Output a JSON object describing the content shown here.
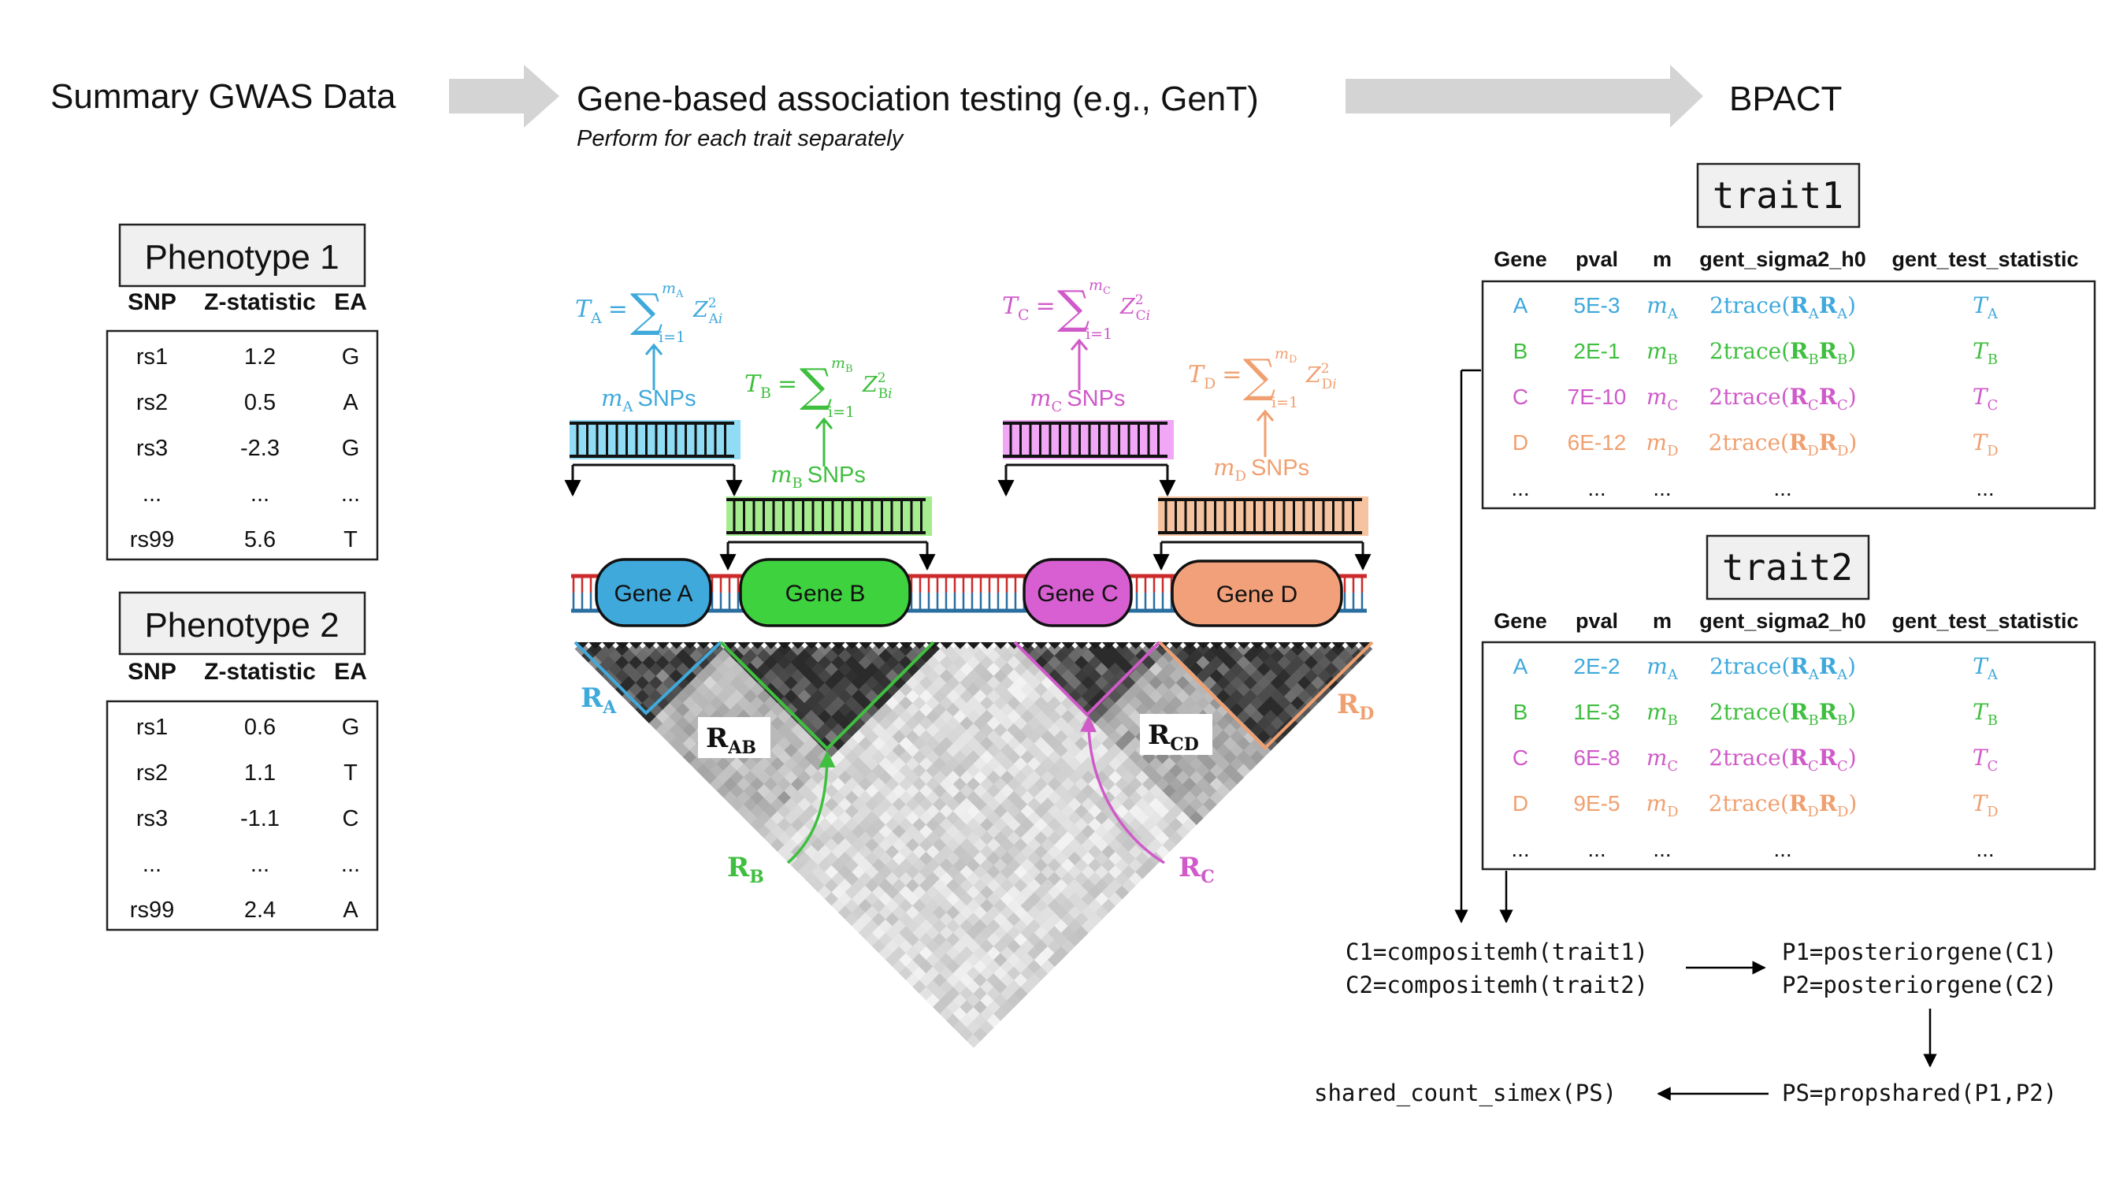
{
  "header": {
    "step1": "Summary GWAS  Data",
    "step2": "Gene-based association testing (e.g., GenT)",
    "step2_note": "Perform for each trait separately",
    "step3": "BPACT"
  },
  "phenotypes": [
    {
      "title": "Phenotype 1",
      "columns": [
        "SNP",
        "Z-statistic",
        "EA"
      ],
      "rows": [
        [
          "rs1",
          "1.2",
          "G"
        ],
        [
          "rs2",
          "0.5",
          "A"
        ],
        [
          "rs3",
          "-2.3",
          "G"
        ],
        [
          "...",
          "...",
          "..."
        ],
        [
          "rs99",
          "5.6",
          "T"
        ]
      ]
    },
    {
      "title": "Phenotype 2",
      "columns": [
        "SNP",
        "Z-statistic",
        "EA"
      ],
      "rows": [
        [
          "rs1",
          "0.6",
          "G"
        ],
        [
          "rs2",
          "1.1",
          "T"
        ],
        [
          "rs3",
          "-1.1",
          "C"
        ],
        [
          "...",
          "...",
          "..."
        ],
        [
          "rs99",
          "2.4",
          "A"
        ]
      ]
    }
  ],
  "genes": [
    {
      "label": "Gene A",
      "letter": "A",
      "fill": "#3fa9dc",
      "light": "#8fdcf4",
      "color": "#3fa9dc",
      "snp_label": "SNPs"
    },
    {
      "label": "Gene B",
      "letter": "B",
      "fill": "#3fd23f",
      "light": "#a4ec8e",
      "color": "#3fbf3f",
      "snp_label": "SNPs"
    },
    {
      "label": "Gene C",
      "letter": "C",
      "fill": "#d75fd1",
      "light": "#f2a6f6",
      "color": "#d05ac9",
      "snp_label": "SNPs"
    },
    {
      "label": "Gene D",
      "letter": "D",
      "fill": "#f2a07a",
      "light": "#f5c39f",
      "color": "#f0a070",
      "snp_label": "SNPs"
    }
  ],
  "ld_labels": [
    {
      "main": "R",
      "sub": "A",
      "color": "#3fa9dc"
    },
    {
      "main": "R",
      "sub": "AB",
      "color": "#111111"
    },
    {
      "main": "R",
      "sub": "B",
      "color": "#3fbf3f"
    },
    {
      "main": "R",
      "sub": "CD",
      "color": "#111111"
    },
    {
      "main": "R",
      "sub": "C",
      "color": "#d05ac9"
    },
    {
      "main": "R",
      "sub": "D",
      "color": "#f0a070"
    }
  ],
  "traits": [
    {
      "title": "trait1",
      "columns": [
        "Gene",
        "pval",
        "m",
        "gent_sigma2_h0",
        "gent_test_statistic"
      ],
      "rows": [
        {
          "gene": "A",
          "pval": "5E-3",
          "color": "#3fa9dc"
        },
        {
          "gene": "B",
          "pval": "2E-1",
          "color": "#3fbf3f"
        },
        {
          "gene": "C",
          "pval": "7E-10",
          "color": "#d05ac9"
        },
        {
          "gene": "D",
          "pval": "6E-12",
          "color": "#f0a070"
        }
      ],
      "ellipsis": "..."
    },
    {
      "title": "trait2",
      "columns": [
        "Gene",
        "pval",
        "m",
        "gent_sigma2_h0",
        "gent_test_statistic"
      ],
      "rows": [
        {
          "gene": "A",
          "pval": "2E-2",
          "color": "#3fa9dc"
        },
        {
          "gene": "B",
          "pval": "1E-3",
          "color": "#3fbf3f"
        },
        {
          "gene": "C",
          "pval": "6E-8",
          "color": "#d05ac9"
        },
        {
          "gene": "D",
          "pval": "9E-5",
          "color": "#f0a070"
        }
      ],
      "ellipsis": "..."
    }
  ],
  "code": {
    "c1": "C1=compositemh(trait1)",
    "c2": "C2=compositemh(trait2)",
    "p1": "P1=posteriorgene(C1)",
    "p2": "P2=posteriorgene(C2)",
    "ps": "PS=propshared(P1,P2)",
    "simex": "shared_count_simex(PS)"
  },
  "math_text": {
    "trace": "2trace(",
    "close": ")",
    "snps": "SNPs",
    "eq": "=",
    "sum_sym": "∑",
    "i_eq_1": "i=1",
    "z": "Z",
    "sq": "2",
    "m": "m",
    "T": "T",
    "R": "R",
    "i": "i"
  }
}
